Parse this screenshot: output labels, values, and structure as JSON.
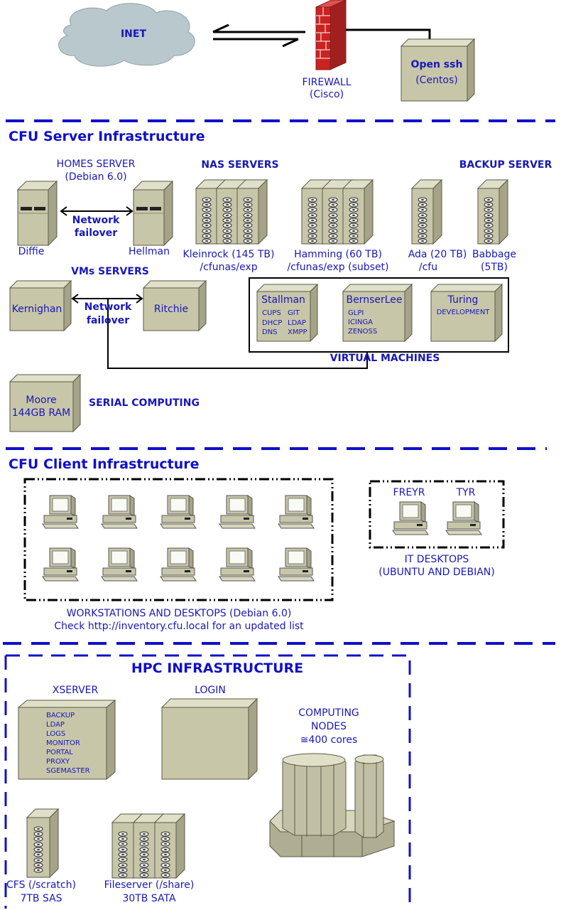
{
  "top": {
    "inet": "INET",
    "firewall": "FIREWALL",
    "firewall_vendor": "(Cisco)",
    "openssh": "Open ssh",
    "openssh_os": "(Centos)"
  },
  "server": {
    "title": "CFU Server Infrastructure",
    "homes_title": "HOMES SERVER",
    "homes_os": "(Debian 6.0)",
    "diffie": "Diffie",
    "hellman": "Hellman",
    "failover1_a": "Network",
    "failover1_b": "failover",
    "nas_title": "NAS SERVERS",
    "kleinrock": "Kleinrock (145 TB)",
    "kleinrock_path": "/cfunas/exp",
    "hamming": "Hamming (60 TB)",
    "hamming_path": "/cfunas/exp (subset)",
    "ada": "Ada (20 TB)",
    "ada_path": "/cfu",
    "backup_title": "BACKUP SERVER",
    "babbage": "Babbage",
    "babbage_size": "(5TB)",
    "vms_title": "VMs SERVERS",
    "kernighan": "Kernighan",
    "ritchie": "Ritchie",
    "failover2_a": "Network",
    "failover2_b": "failover",
    "stallman": "Stallman",
    "stallman_services": [
      "CUPS",
      "GIT",
      "DHCP",
      "LDAP",
      "DNS",
      "XMPP"
    ],
    "bernserlee": "BernserLee",
    "bernserlee_services": [
      "GLPI",
      "ICINGA",
      "ZENOSS"
    ],
    "turing": "Turing",
    "turing_services": [
      "DEVELOPMENT"
    ],
    "vm_label": "VIRTUAL MACHINES",
    "moore": "Moore",
    "moore_ram": "144GB RAM",
    "serial_label": "SERIAL COMPUTING"
  },
  "client": {
    "title": "CFU Client Infrastructure",
    "freyr": "FREYR",
    "tyr": "TYR",
    "it_label": "IT DESKTOPS",
    "it_os": "(UBUNTU AND DEBIAN)",
    "ws_label": "WORKSTATIONS  AND DESKTOPS (Debian 6.0)",
    "ws_note": "Check http://inventory.cfu.local for an updated list"
  },
  "hpc": {
    "title": "HPC INFRASTRUCTURE",
    "xserver": "XSERVER",
    "xserver_services": [
      "BACKUP",
      "LDAP",
      "LOGS",
      "MONITOR",
      "PORTAL",
      "PROXY",
      "SGEMASTER"
    ],
    "login": "LOGIN",
    "nodes_a": "COMPUTING",
    "nodes_b": "NODES",
    "nodes_c": "≅400 cores",
    "cfs": "CFS (/scratch)",
    "cfs_size": "7TB SAS",
    "fileserver": "Fileserver (/share)",
    "fileserver_size": "30TB SATA"
  },
  "colors": {
    "accent": "#1010c8",
    "box_front": "#c8c6a8",
    "box_side": "#a6a488",
    "box_top": "#e0dfc8",
    "firewall": "#cc2222"
  }
}
